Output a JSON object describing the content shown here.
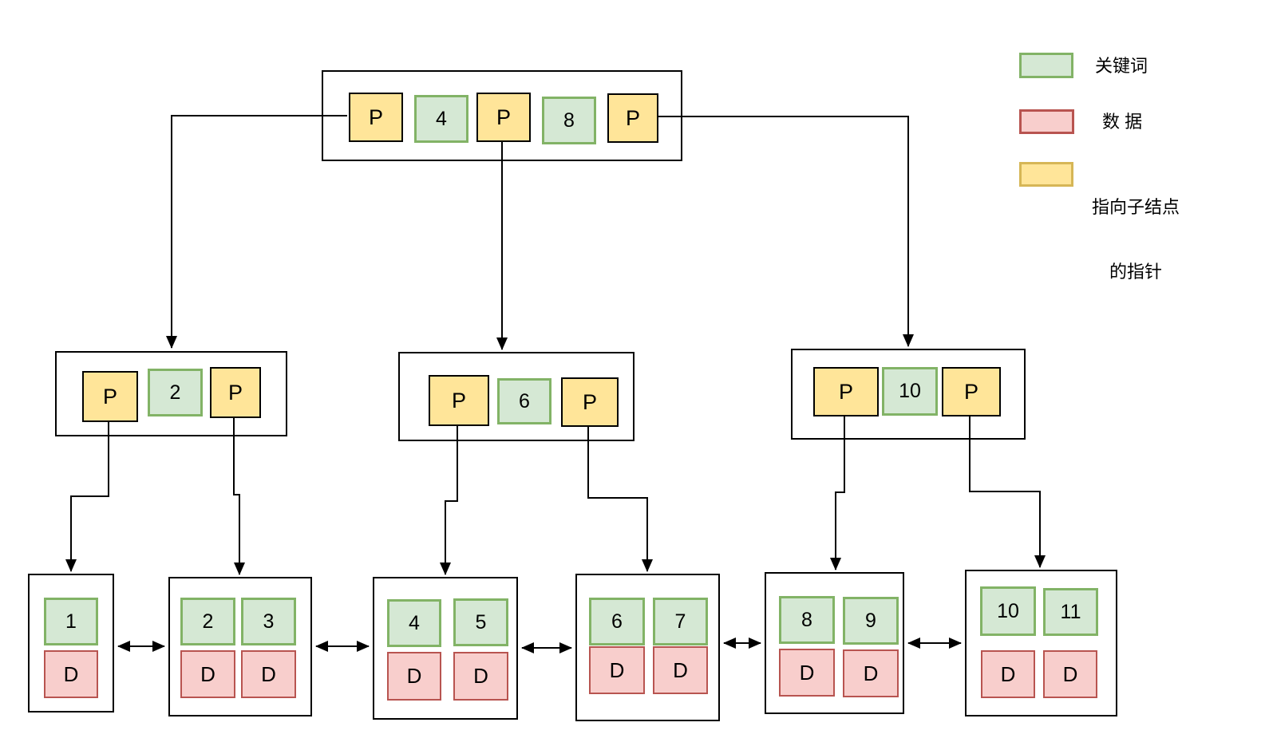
{
  "legend": {
    "items": [
      {
        "name": "keyword",
        "label": "关键词"
      },
      {
        "name": "data",
        "label": "数 据"
      },
      {
        "name": "pointer",
        "label_line1": "指向子结点",
        "label_line2": "的指针"
      }
    ]
  },
  "colors": {
    "key_fill": "#d5e8d4",
    "key_border": "#82b366",
    "data_fill": "#f8cecc",
    "data_border": "#b85450",
    "pointer_fill": "#ffe599",
    "pointer_border_legend": "#d6b656",
    "pointer_border_tree": "#000000",
    "connector": "#000000",
    "background": "#ffffff"
  },
  "tree": {
    "root": {
      "cells": [
        "P",
        "4",
        "P",
        "8",
        "P"
      ]
    },
    "internal": [
      {
        "cells": [
          "P",
          "2",
          "P"
        ]
      },
      {
        "cells": [
          "P",
          "6",
          "P"
        ]
      },
      {
        "cells": [
          "P",
          "10",
          "P"
        ]
      }
    ],
    "leaves": [
      {
        "keys": [
          "1"
        ],
        "data": [
          "D"
        ]
      },
      {
        "keys": [
          "2",
          "3"
        ],
        "data": [
          "D",
          "D"
        ]
      },
      {
        "keys": [
          "4",
          "5"
        ],
        "data": [
          "D",
          "D"
        ]
      },
      {
        "keys": [
          "6",
          "7"
        ],
        "data": [
          "D",
          "D"
        ]
      },
      {
        "keys": [
          "8",
          "9"
        ],
        "data": [
          "D",
          "D"
        ]
      },
      {
        "keys": [
          "10",
          "11"
        ],
        "data": [
          "D",
          "D"
        ]
      }
    ]
  }
}
